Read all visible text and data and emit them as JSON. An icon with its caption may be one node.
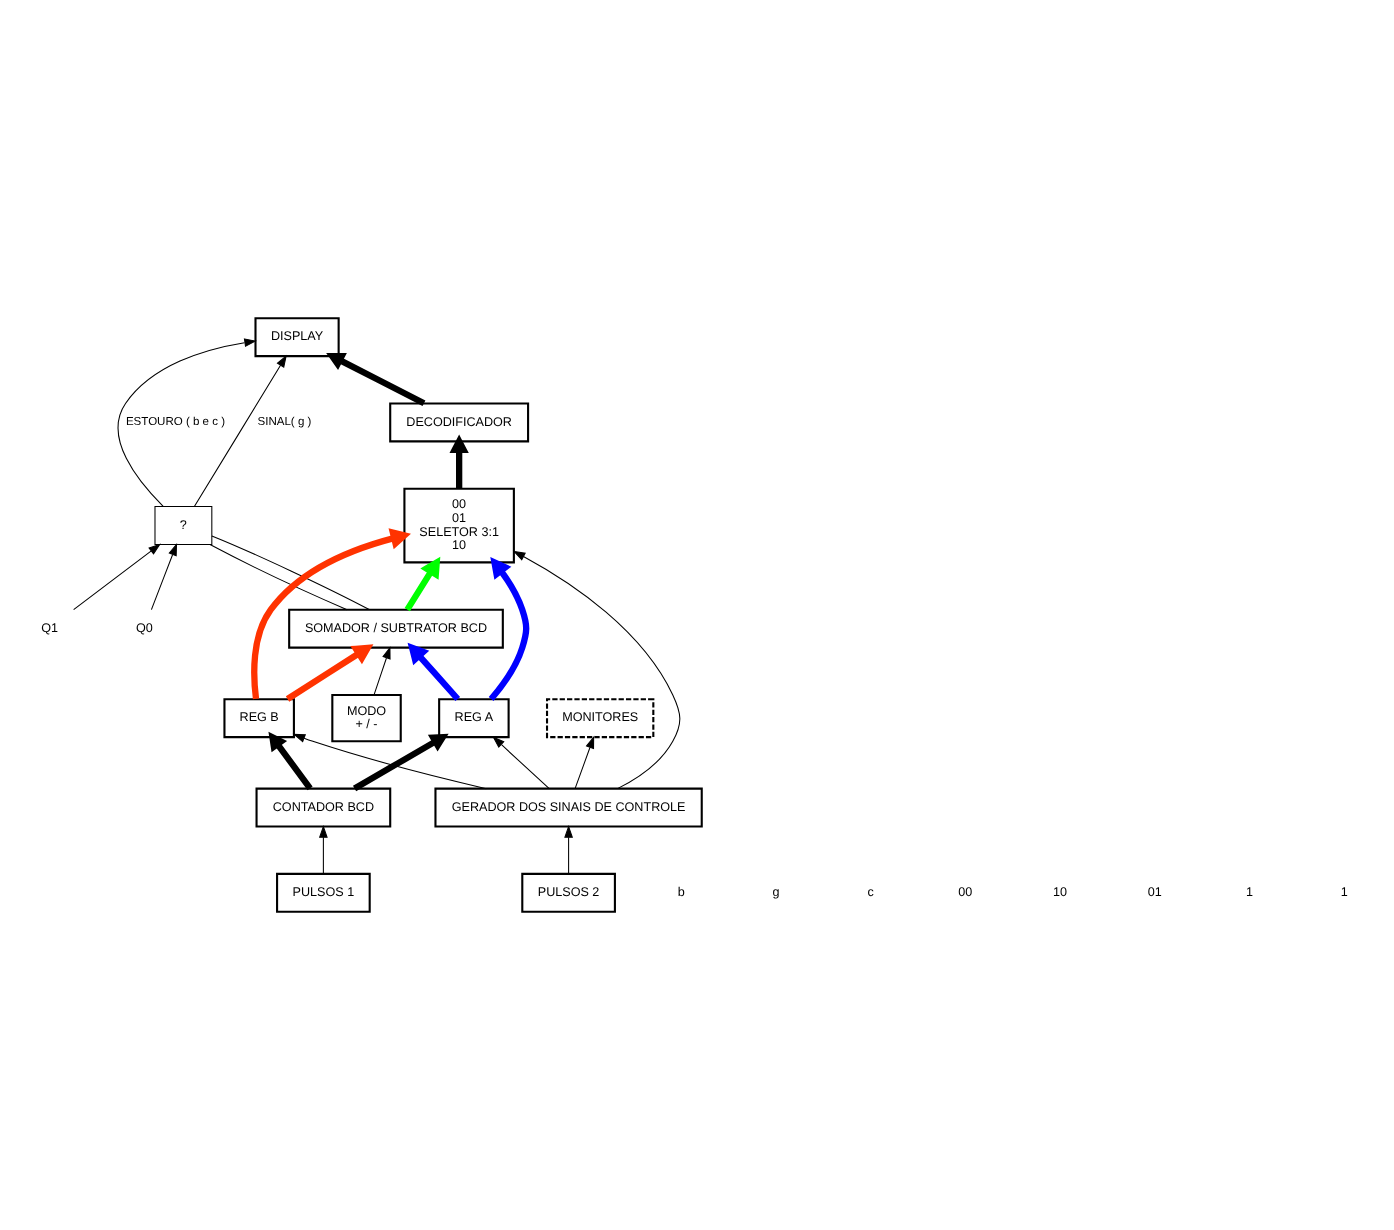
{
  "diagram": {
    "nodes": [
      {
        "text": [
          "DISPLAY"
        ]
      },
      {
        "text": [
          "DECODIFICADOR"
        ]
      },
      {
        "text": [
          "00",
          "01",
          "SELETOR 3:1",
          "10"
        ]
      },
      {
        "text": [
          "MONITORES"
        ]
      },
      {
        "text": [
          "SOMADOR / SUBTRATOR BCD"
        ]
      },
      {
        "text": [
          "GERADOR DOS SINAIS DE CONTROLE"
        ]
      },
      {
        "text": [
          "REG A"
        ]
      },
      {
        "text": [
          "REG B"
        ]
      },
      {
        "text": [
          "MODO",
          "+ / -"
        ]
      },
      {
        "text": [
          "PULSOS 1"
        ]
      },
      {
        "text": [
          "CONTADOR BCD"
        ]
      },
      {
        "text": [
          "PULSOS 2"
        ]
      },
      {
        "text": [
          "?"
        ]
      },
      {
        "text": [
          "Q1"
        ]
      },
      {
        "text": [
          "Q0"
        ]
      }
    ],
    "edges": [
      {
        "from": 1,
        "to": 0,
        "arrow": "to",
        "style": "thick"
      },
      {
        "from": 2,
        "to": 1,
        "arrow": "to",
        "style": "thick"
      },
      {
        "from": 4,
        "to": 2,
        "arrow": "to",
        "style": "thick",
        "color": "#00ff00"
      },
      {
        "from": 6,
        "to": 2,
        "arrow": "to",
        "style": "thick",
        "color": "#0000ff"
      },
      {
        "from": 7,
        "to": 2,
        "arrow": "to",
        "style": "thick",
        "color": "#ff3300"
      },
      {
        "from": 7,
        "to": 4,
        "arrow": "to",
        "style": "thick",
        "color": "#ff3300"
      },
      {
        "from": 6,
        "to": 4,
        "arrow": "to",
        "style": "thick",
        "color": "#0000ff"
      },
      {
        "from": 5,
        "to": 2,
        "arrow": "to"
      },
      {
        "from": 5,
        "to": 3,
        "arrow": "to"
      },
      {
        "from": 5,
        "to": 6,
        "arrow": "to"
      },
      {
        "from": 5,
        "to": 7,
        "arrow": "to"
      },
      {
        "from": 8,
        "to": 4,
        "arrow": "to"
      },
      {
        "from": 9,
        "to": 10,
        "arrow": "to"
      },
      {
        "from": 10,
        "to": 6,
        "arrow": "to",
        "style": "thick"
      },
      {
        "from": 10,
        "to": 7,
        "arrow": "to",
        "style": "thick"
      },
      {
        "from": 11,
        "to": 5,
        "arrow": "to"
      },
      {
        "from": 4,
        "to": 12,
        "arrow": "none"
      },
      {
        "from": 4,
        "to": 12,
        "arrow": "none"
      },
      {
        "from": 12,
        "to": 0,
        "arrow": "to",
        "label": "SINAL( g )"
      },
      {
        "from": 12,
        "to": 0,
        "arrow": "to",
        "label": "ESTOURO ( b e c )"
      },
      {
        "from": 13,
        "to": 12,
        "arrow": "to"
      },
      {
        "from": 14,
        "to": 12,
        "arrow": "to"
      }
    ],
    "labels": [
      "b",
      "g",
      "c",
      "00",
      "10",
      "01",
      "1",
      "1"
    ]
  }
}
